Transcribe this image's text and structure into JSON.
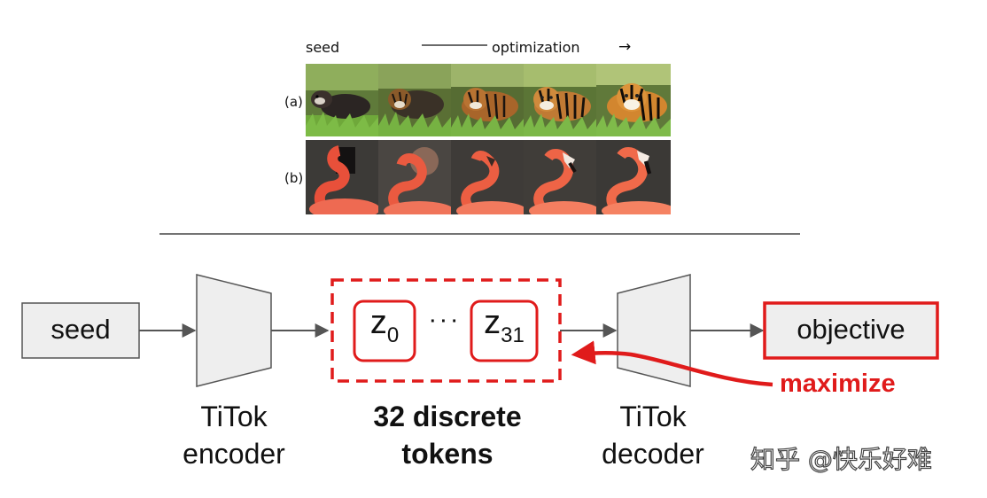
{
  "top_panel": {
    "seed_label": "seed",
    "optimization_label": "optimization",
    "arrow_glyph": "→",
    "row_labels": [
      "(a)",
      "(b)"
    ],
    "rows": [
      {
        "subject": "tiger",
        "tiles": 5
      },
      {
        "subject": "flamingo",
        "tiles": 5
      }
    ]
  },
  "pipeline": {
    "seed_box": "seed",
    "encoder_label_line1": "TiTok",
    "encoder_label_line2": "encoder",
    "token_first": "z",
    "token_first_sub": "0",
    "token_ellipsis": "· · ·",
    "token_last": "z",
    "token_last_sub": "31",
    "tokens_label_line1": "32 discrete",
    "tokens_label_line2": "tokens",
    "decoder_label_line1": "TiTok",
    "decoder_label_line2": "decoder",
    "objective_box": "objective",
    "maximize_label": "maximize"
  },
  "watermark": "知乎 @快乐好难",
  "colors": {
    "accent_red": "#e01b1b",
    "box_fill": "#eeeeee",
    "box_stroke": "#555555",
    "arrow_gray": "#555555"
  }
}
